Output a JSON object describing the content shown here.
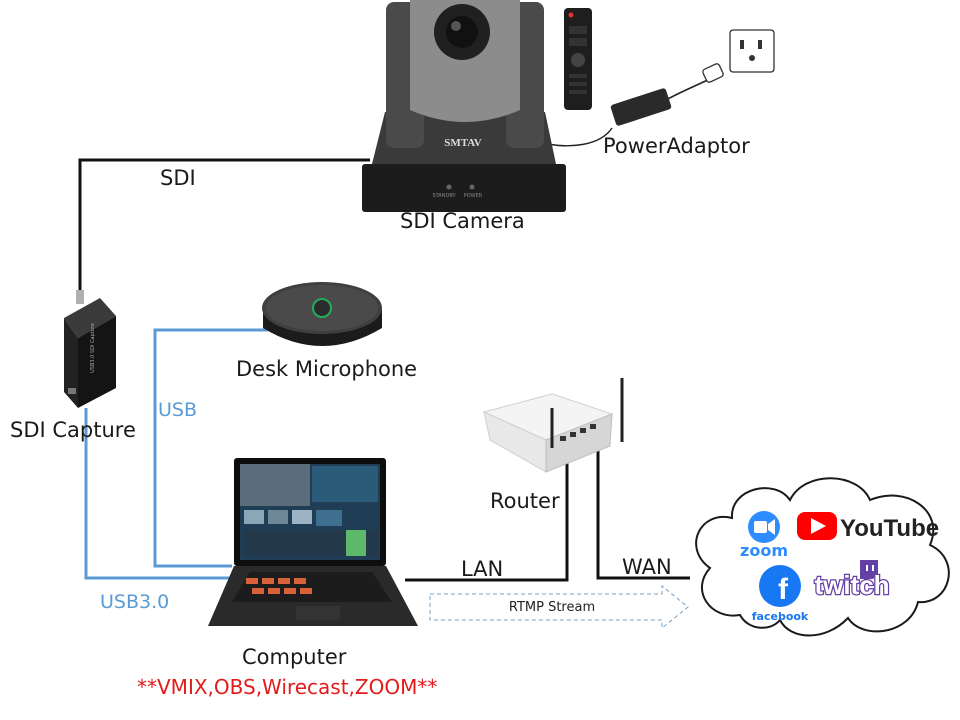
{
  "labels": {
    "sdi_cable": "SDI",
    "camera": "SDI Camera",
    "camera_brand": "SMTAV",
    "camera_standby": "STANDBY",
    "camera_power": "POWER",
    "power_adaptor": "PowerAdaptor",
    "desk_microphone": "Desk Microphone",
    "sdi_capture": "SDI Capture",
    "capture_device_text": "USB3.0 SDI Capture",
    "usb": "USB",
    "usb3": "USB3.0",
    "router": "Router",
    "lan": "LAN",
    "wan": "WAN",
    "rtmp": "RTMP Stream",
    "computer": "Computer",
    "software": "**VMIX,OBS,Wirecast,ZOOM**"
  },
  "platforms": {
    "zoom": "zoom",
    "youtube": "YouTube",
    "facebook": "facebook",
    "twitch": "twitch"
  },
  "colors": {
    "usb_cable": "#5b9bd5",
    "sdi_cable": "#111111",
    "software_text": "#e31b1b",
    "zoom": "#2d8cff",
    "youtube": "#ff0000",
    "facebook": "#1877f2",
    "twitch": "#6441a5"
  }
}
